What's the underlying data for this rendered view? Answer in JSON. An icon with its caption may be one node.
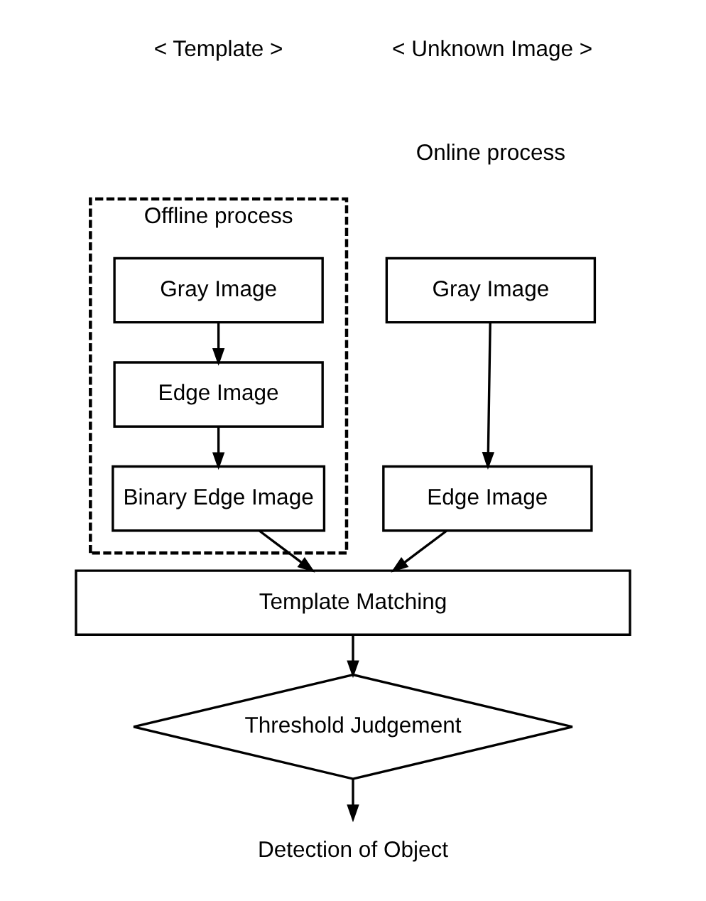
{
  "diagram": {
    "nodes": [
      {
        "text": [
          "Gray Image"
        ]
      },
      {
        "text": [
          "Edge Image"
        ]
      },
      {
        "text": [
          "Offline process"
        ]
      },
      {
        "text": [
          "Gray Image"
        ],
        "in": 2
      },
      {
        "text": [
          "Edge Image"
        ],
        "in": 2
      },
      {
        "text": [
          "Binary Edge Image"
        ],
        "in": 2
      },
      {
        "text": [
          "Template Matching"
        ]
      },
      {
        "text": [
          "Threshold Judgement"
        ]
      },
      {
        "text": [
          "Detection of Object"
        ]
      }
    ],
    "edges": [
      {
        "from": 0,
        "to": 1,
        "arrow": "to"
      },
      {
        "from": 3,
        "to": 4,
        "arrow": "to"
      },
      {
        "from": 4,
        "to": 5,
        "arrow": "to"
      },
      {
        "from": 1,
        "to": 6,
        "arrow": "to"
      },
      {
        "from": 5,
        "to": 6,
        "arrow": "to"
      },
      {
        "from": 6,
        "to": 7,
        "arrow": "to"
      },
      {
        "from": 7,
        "to": 8,
        "arrow": "to"
      }
    ],
    "labels": [
      "< Unknown Image >",
      "< Template >",
      "Online process"
    ]
  }
}
